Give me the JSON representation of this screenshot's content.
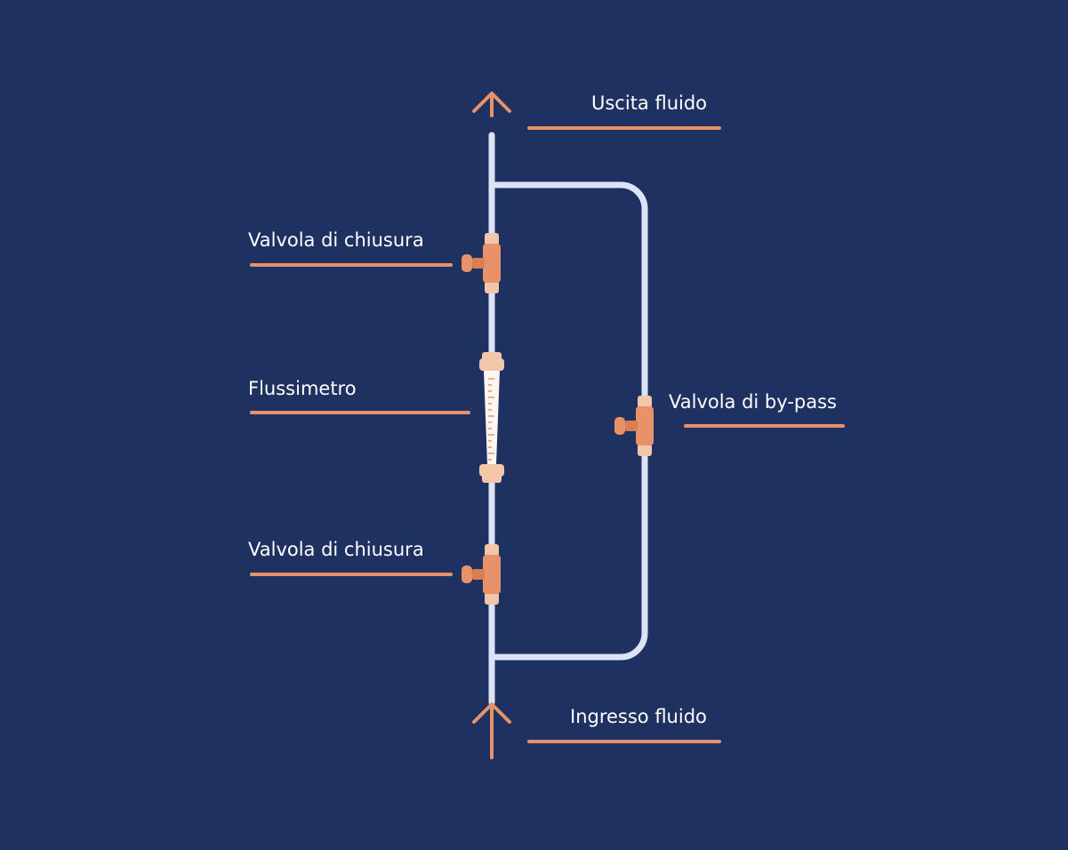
{
  "colors": {
    "background": "#1f3161",
    "pipe": "#dce3f4",
    "accent": "#e8926a",
    "valve_dark": "#d97f52",
    "fitting": "#f2c6a8",
    "flowmeter_body": "#fbf6f1",
    "text": "#ffffff"
  },
  "labels": {
    "outlet": "Uscita fluido",
    "shutoff_top": "Valvola di chiusura",
    "flowmeter": "Flussimetro",
    "bypass_valve": "Valvola di by-pass",
    "shutoff_bottom": "Valvola di chiusura",
    "inlet": "Ingresso fluido"
  },
  "icons": {
    "outlet_arrow": "arrow-up-icon",
    "inlet_arrow": "arrow-up-icon",
    "valves": "gate-valve-icon",
    "flowmeter": "rotameter-icon"
  }
}
